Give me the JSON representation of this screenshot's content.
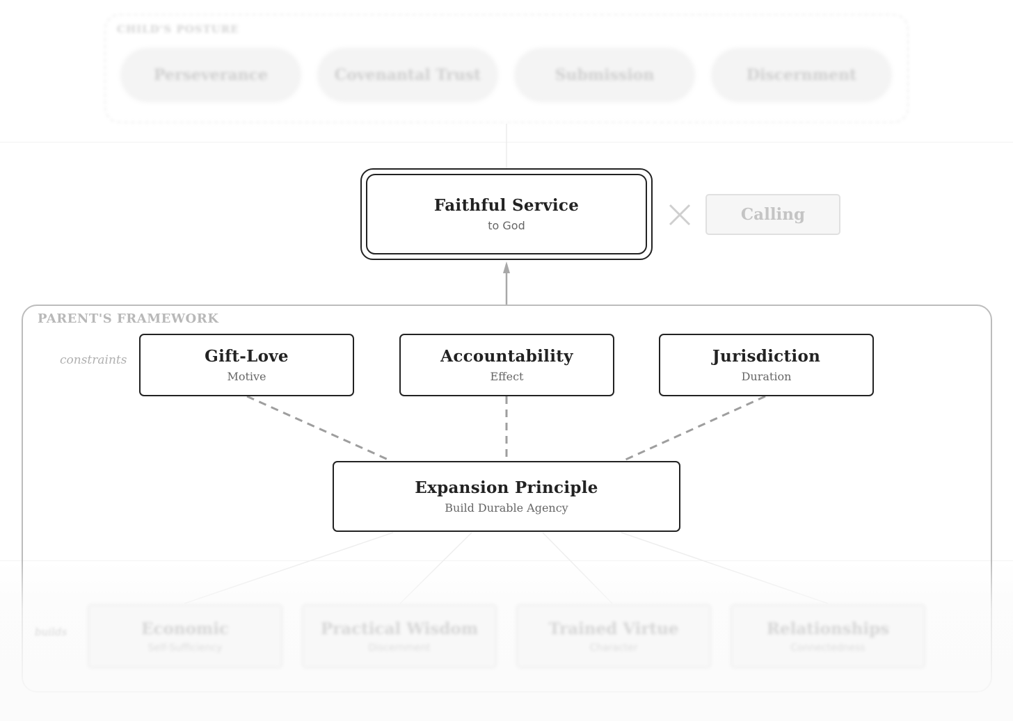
{
  "top_posture": {
    "label": "CHILD'S POSTURE",
    "items": [
      "Perseverance",
      "Covenantal Trust",
      "Submission",
      "Discernment"
    ]
  },
  "top_node": {
    "title": "Faithful Service",
    "subtitle": "to God"
  },
  "rejected": {
    "label": "Calling"
  },
  "framework": {
    "label": "PARENT'S FRAMEWORK",
    "constraints_label": "constraints",
    "constraints": [
      {
        "title": "Gift-Love",
        "subtitle": "Motive"
      },
      {
        "title": "Accountability",
        "subtitle": "Effect"
      },
      {
        "title": "Jurisdiction",
        "subtitle": "Duration"
      }
    ],
    "principle": {
      "title": "Expansion Principle",
      "subtitle": "Build Durable Agency"
    },
    "outcomes_label": "builds",
    "outcomes": [
      {
        "title": "Economic",
        "subtitle": "Self-Sufficiency"
      },
      {
        "title": "Practical Wisdom",
        "subtitle": "Discernment"
      },
      {
        "title": "Trained Virtue",
        "subtitle": "Character"
      },
      {
        "title": "Relationships",
        "subtitle": "Connectedness"
      }
    ]
  },
  "colors": {
    "ink": "#222222",
    "muted": "#666666",
    "faded": "#d6d6d6",
    "edge": "#9e9e9e"
  }
}
